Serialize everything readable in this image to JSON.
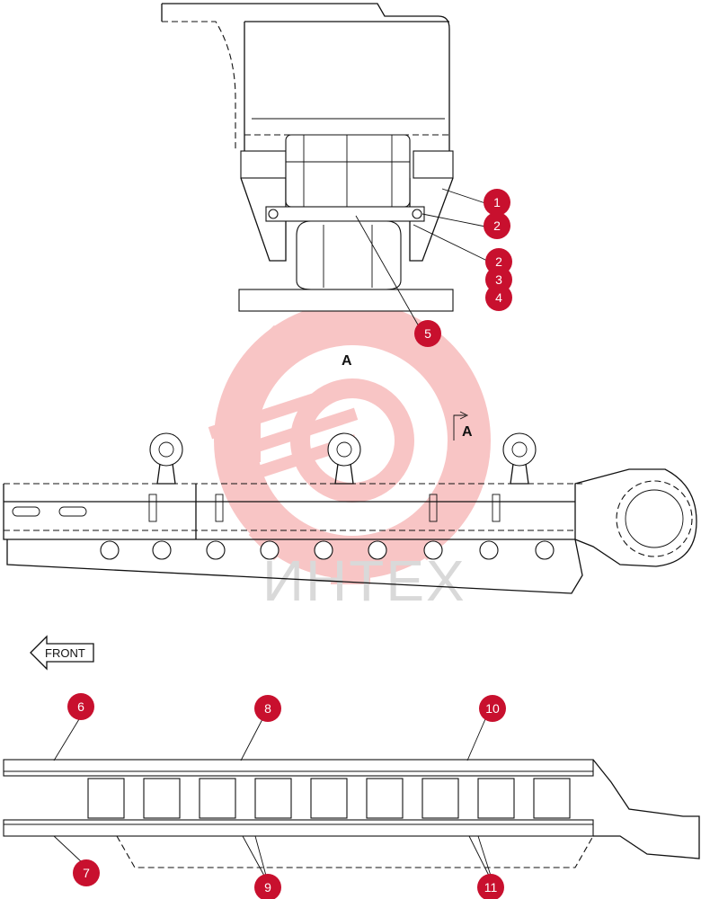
{
  "view_label": "A",
  "section_label": "A",
  "front_label": "FRONT",
  "watermark_text": "ИНТЕХ",
  "colors": {
    "callout": "#c8102e",
    "watermark": "#f4a0a0",
    "line": "#111111"
  },
  "callouts": [
    {
      "id": "c1",
      "label": "1"
    },
    {
      "id": "c2a",
      "label": "2"
    },
    {
      "id": "c2b",
      "label": "2"
    },
    {
      "id": "c3",
      "label": "3"
    },
    {
      "id": "c4",
      "label": "4"
    },
    {
      "id": "c5",
      "label": "5"
    },
    {
      "id": "c6",
      "label": "6"
    },
    {
      "id": "c7",
      "label": "7"
    },
    {
      "id": "c8",
      "label": "8"
    },
    {
      "id": "c9",
      "label": "9"
    },
    {
      "id": "c10",
      "label": "10"
    },
    {
      "id": "c11",
      "label": "11"
    }
  ]
}
